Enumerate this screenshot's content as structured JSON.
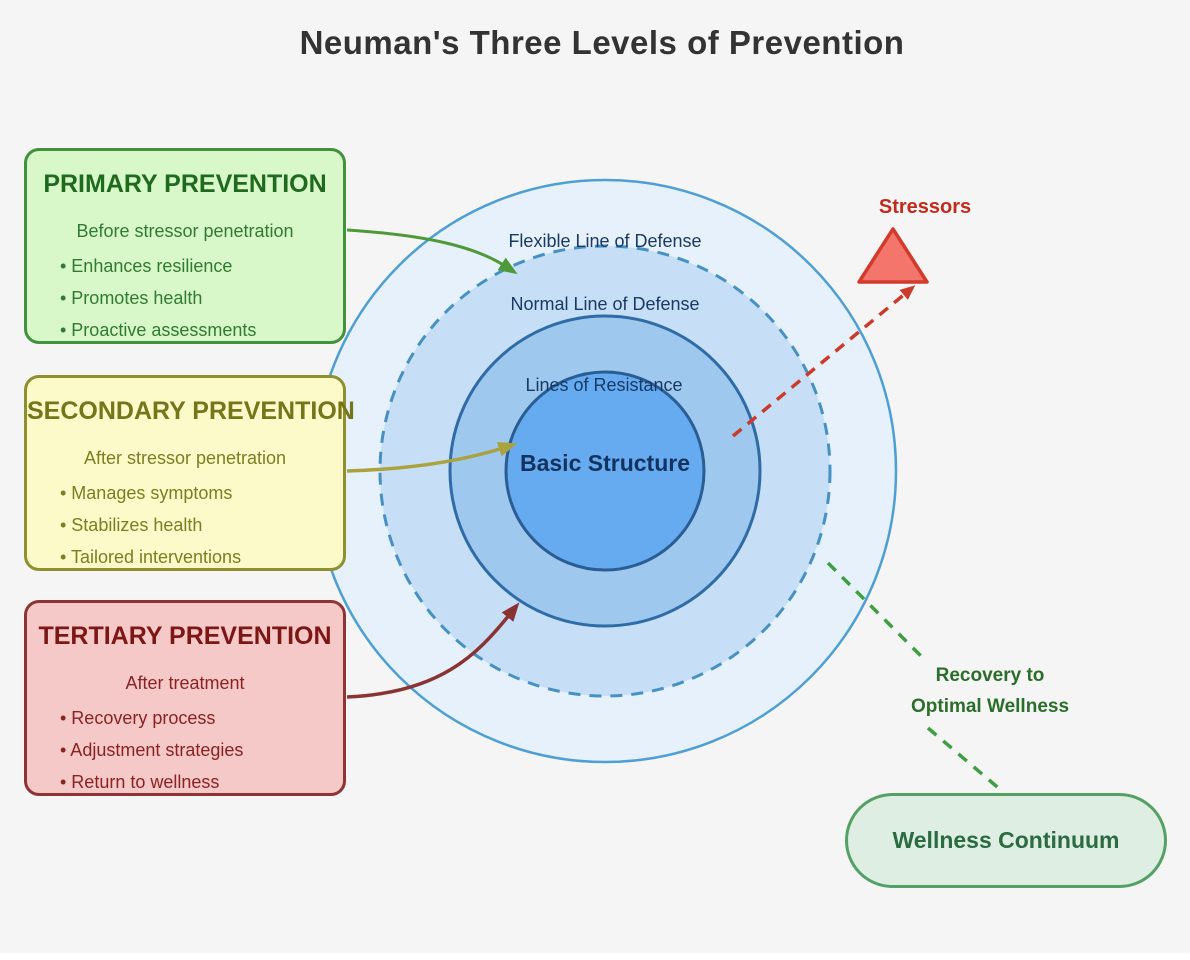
{
  "title": "Neuman's Three Levels of Prevention",
  "boxes": {
    "primary": {
      "title": "PRIMARY PREVENTION",
      "lead": "Before stressor penetration",
      "bullets": [
        "• Enhances resilience",
        "• Promotes health",
        "• Proactive assessments"
      ]
    },
    "secondary": {
      "title": "SECONDARY PREVENTION",
      "lead": "After stressor penetration",
      "bullets": [
        "• Manages symptoms",
        "• Stabilizes health",
        "• Tailored interventions"
      ]
    },
    "tertiary": {
      "title": "TERTIARY PREVENTION",
      "lead": "After treatment",
      "bullets": [
        "• Recovery process",
        "• Adjustment strategies",
        "• Return to wellness"
      ]
    }
  },
  "rings": {
    "flexible": "Flexible Line of Defense",
    "normal": "Normal Line of Defense",
    "resistance": "Lines of Resistance",
    "core": "Basic Structure"
  },
  "stressors": {
    "label": "Stressors"
  },
  "recovery": {
    "line1": "Recovery to",
    "line2": "Optimal Wellness"
  },
  "wellness": {
    "label": "Wellness Continuum"
  },
  "colors": {
    "background": "#f5f5f5",
    "title_text": "#333333",
    "primary_fill": "#d8f8c9",
    "primary_border": "#42913c",
    "primary_text": "#1f6a1f",
    "secondary_fill": "#fcfac9",
    "secondary_border": "#8f8f30",
    "secondary_text": "#75751a",
    "tertiary_fill": "#f6c9c9",
    "tertiary_border": "#8f3434",
    "tertiary_text": "#7d1715",
    "outer_ring_fill": "#e7f1fb",
    "outer_ring_stroke": "#4d9fd4",
    "dashed_ring_fill": "#c6dff6",
    "dashed_ring_stroke": "#4691c4",
    "resistance_ring_fill": "#9fc8ef",
    "resistance_ring_stroke": "#2f6ba6",
    "core_fill": "#66abf0",
    "core_stroke": "#2a5d94",
    "ring_label_text": "#1a3a66",
    "green_arrow": "#4f9a38",
    "olive_arrow": "#a9a23d",
    "darkred_arrow": "#8a3333",
    "stressor_red": "#cc3a2b",
    "stressor_triangle_fill": "#f3756b",
    "stressor_triangle_stroke": "#d23a2c",
    "stressor_label_text": "#c22a1c",
    "recovery_green": "#3f9e42",
    "recovery_label_text": "#2b6e2b",
    "wellness_fill": "#dfeee3",
    "wellness_border": "#55a065",
    "wellness_text": "#2a6b41"
  }
}
